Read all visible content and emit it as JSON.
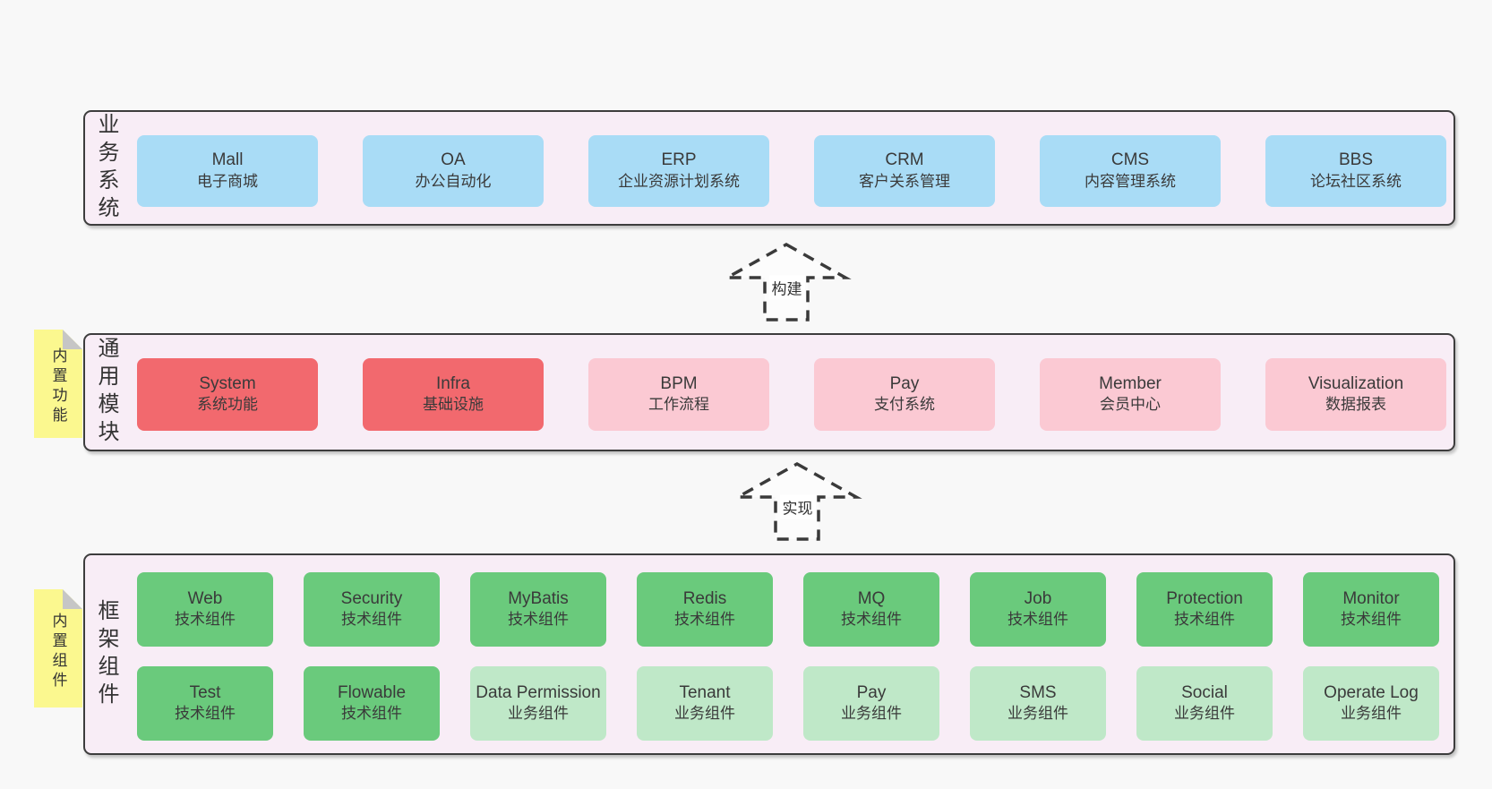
{
  "colors": {
    "page_background": "#f8f8f8",
    "band_background": "#f8edf6",
    "band_border": "#3d3d3d",
    "business_box": "#a9dcf6",
    "module_core_box": "#f2696e",
    "module_box": "#fbc9d3",
    "tech_component_box": "#6aca7c",
    "biz_component_box": "#bfe8c8",
    "sticky_note": "#fbf88f",
    "note_fold": "#c6c6c6",
    "text": "#3a3a3a"
  },
  "bands": {
    "business": {
      "label": "业务系统",
      "items": [
        {
          "name": "Mall",
          "desc": "电子商城"
        },
        {
          "name": "OA",
          "desc": "办公自动化"
        },
        {
          "name": "ERP",
          "desc": "企业资源计划系统"
        },
        {
          "name": "CRM",
          "desc": "客户关系管理"
        },
        {
          "name": "CMS",
          "desc": "内容管理系统"
        },
        {
          "name": "BBS",
          "desc": "论坛社区系统"
        }
      ]
    },
    "modules": {
      "label": "通用模块",
      "note": "内置功能",
      "items": [
        {
          "name": "System",
          "desc": "系统功能"
        },
        {
          "name": "Infra",
          "desc": "基础设施"
        },
        {
          "name": "BPM",
          "desc": "工作流程"
        },
        {
          "name": "Pay",
          "desc": "支付系统"
        },
        {
          "name": "Member",
          "desc": "会员中心"
        },
        {
          "name": "Visualization",
          "desc": "数据报表"
        }
      ]
    },
    "components": {
      "label": "框架组件",
      "note": "内置组件",
      "row1": [
        {
          "name": "Web",
          "desc": "技术组件"
        },
        {
          "name": "Security",
          "desc": "技术组件"
        },
        {
          "name": "MyBatis",
          "desc": "技术组件"
        },
        {
          "name": "Redis",
          "desc": "技术组件"
        },
        {
          "name": "MQ",
          "desc": "技术组件"
        },
        {
          "name": "Job",
          "desc": "技术组件"
        },
        {
          "name": "Protection",
          "desc": "技术组件"
        },
        {
          "name": "Monitor",
          "desc": "技术组件"
        }
      ],
      "row2": [
        {
          "name": "Test",
          "desc": "技术组件"
        },
        {
          "name": "Flowable",
          "desc": "技术组件"
        },
        {
          "name": "Data Permission",
          "desc": "业务组件"
        },
        {
          "name": "Tenant",
          "desc": "业务组件"
        },
        {
          "name": "Pay",
          "desc": "业务组件"
        },
        {
          "name": "SMS",
          "desc": "业务组件"
        },
        {
          "name": "Social",
          "desc": "业务组件"
        },
        {
          "name": "Operate Log",
          "desc": "业务组件"
        }
      ]
    }
  },
  "arrows": [
    {
      "label": "构建"
    },
    {
      "label": "实现"
    }
  ]
}
